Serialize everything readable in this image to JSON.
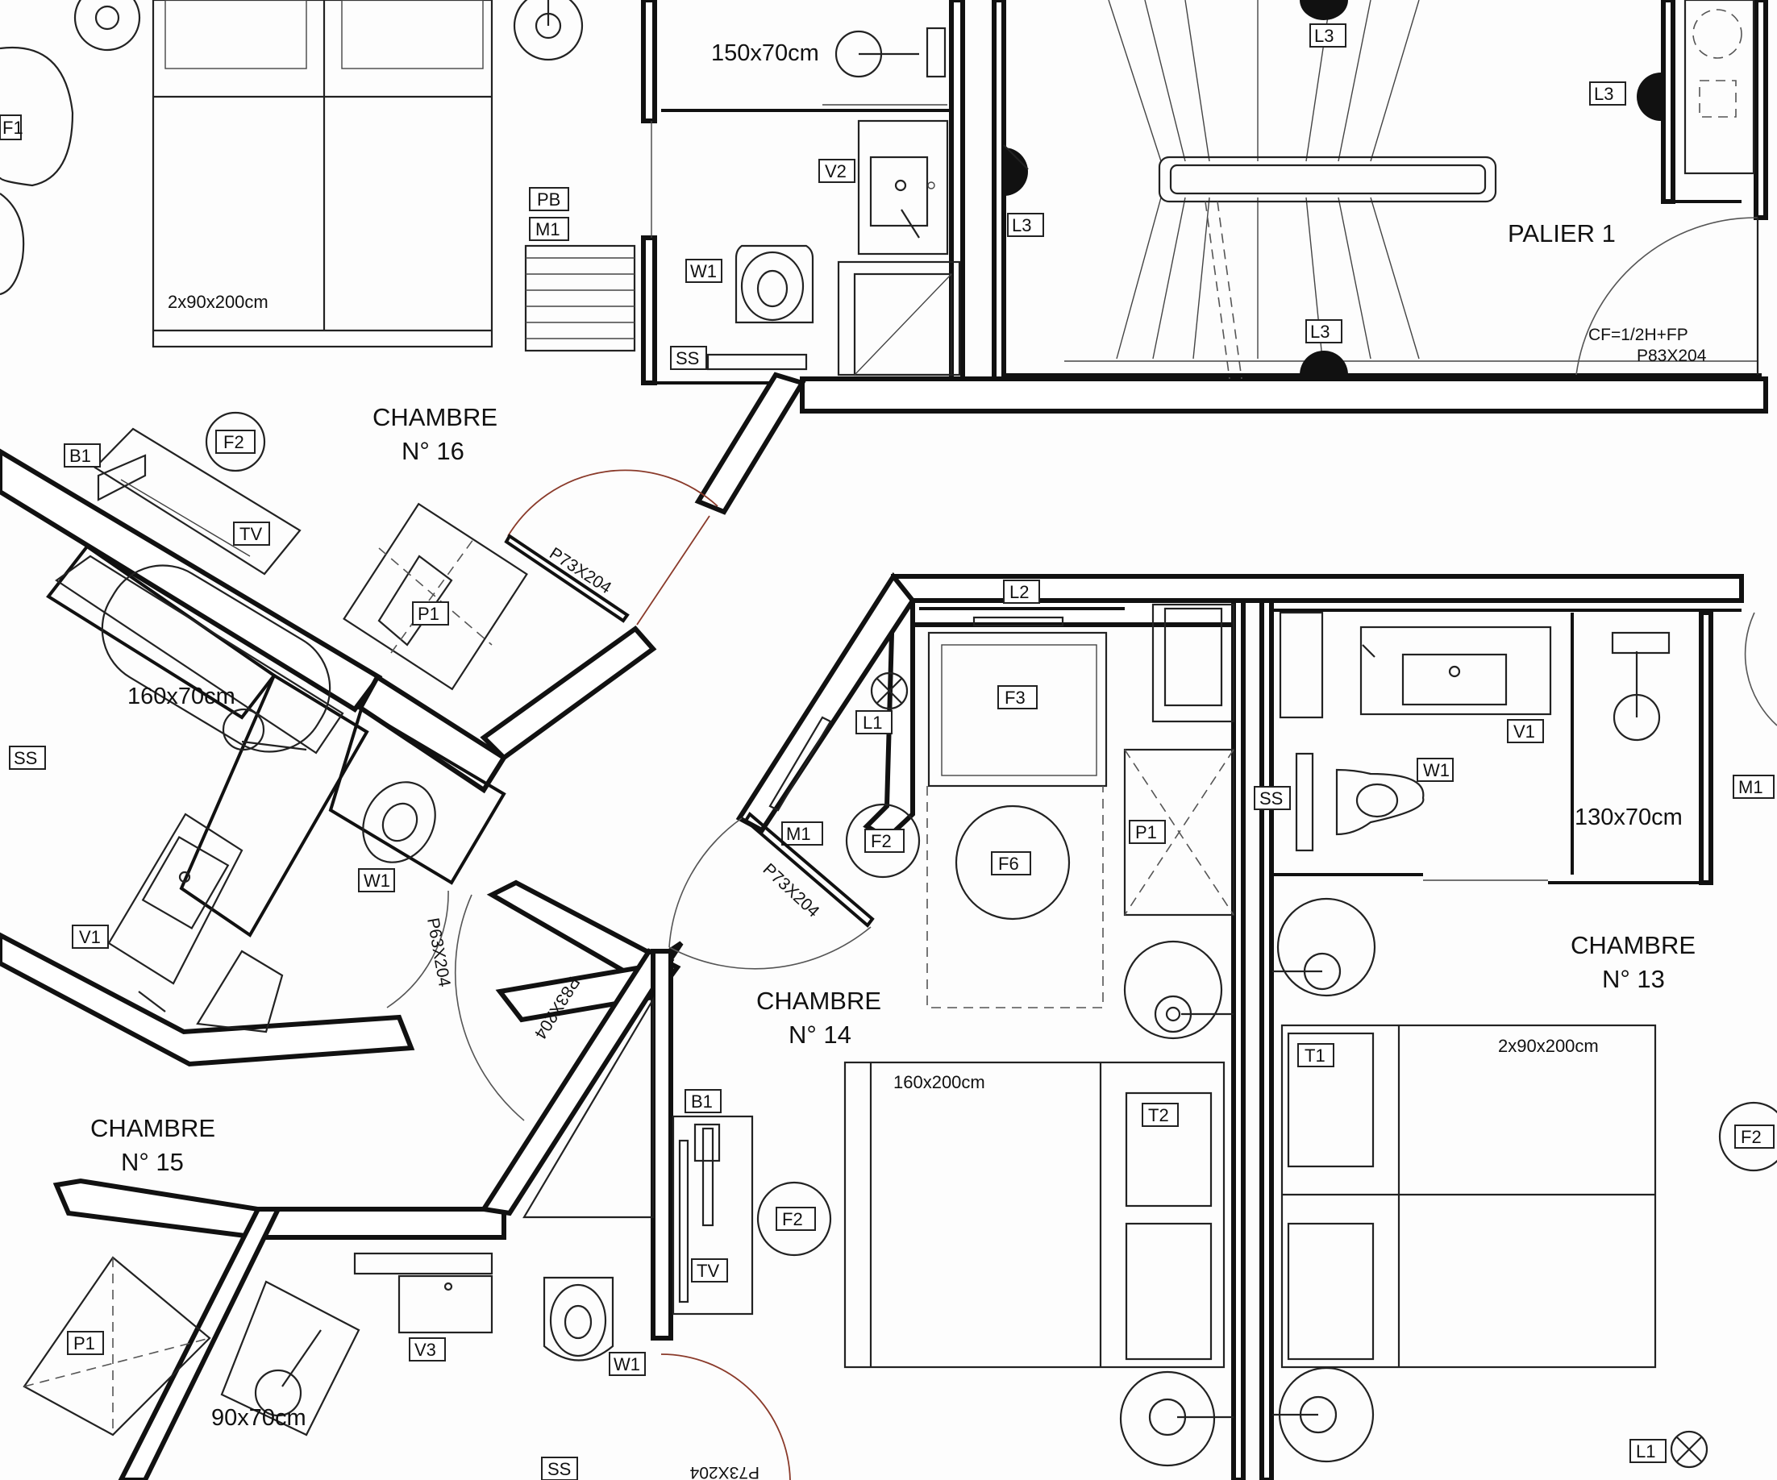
{
  "rooms": [
    {
      "id": "chambre-16",
      "name": "CHAMBRE",
      "number": "N°  16"
    },
    {
      "id": "chambre-14",
      "name": "CHAMBRE",
      "number": "N°  14"
    },
    {
      "id": "chambre-13",
      "name": "CHAMBRE",
      "number": "N°  13"
    },
    {
      "id": "chambre-15",
      "name": "CHAMBRE",
      "number": "N°  15"
    }
  ],
  "landing": {
    "name": "PALIER 1",
    "door_note": "CF=1/2H+FP",
    "door_size": "P83X204"
  },
  "dimensions": {
    "basin_top": "150x70cm",
    "beds_16": "2x90x200cm",
    "bath_16": "160x70cm",
    "bed_14": "160x200cm",
    "beds_13": "2x90x200cm",
    "shower_13": "130x70cm",
    "shower_15": "90x70cm"
  },
  "doors": {
    "d16": "P73X204",
    "d14": "P73X204",
    "d15": "P83X204",
    "d16_bath": "P63X204",
    "d_bottom": "P73X204"
  },
  "tags": {
    "F1": "F1",
    "PB": "PB",
    "M1": "M1",
    "V2": "V2",
    "W1": "W1",
    "SS": "SS",
    "L3": "L3",
    "B1": "B1",
    "F2": "F2",
    "TV": "TV",
    "P1": "P1",
    "V1": "V1",
    "L2": "L2",
    "F3": "F3",
    "L1": "L1",
    "F6": "F6",
    "T1": "T1",
    "T2": "T2",
    "V3": "V3"
  },
  "colors": {
    "ink": "#111111",
    "paper": "#fdfdfd",
    "door_swing": "#8a3a2a"
  }
}
